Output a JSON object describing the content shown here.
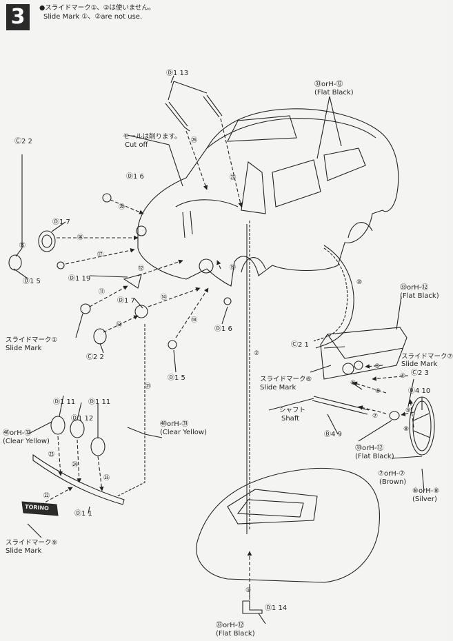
{
  "step": {
    "number": "3"
  },
  "header": {
    "note_jp": "●スライドマーク①、②は使いません。",
    "note_en": "Slide Mark ①、②are not use."
  },
  "labels": {
    "d1_13": "Ⓓ1 13",
    "flat_black_top_code": "㉝orH-⑫",
    "flat_black_top_en": "(Flat Black)",
    "c2_2_top": "Ⓒ2 2",
    "cut_jp": "モールは削ります。",
    "cut_en": "Cut off",
    "d1_6_top": "Ⓓ1 6",
    "d1_7_top": "Ⓓ1 7",
    "d1_5_left": "Ⓓ1 5",
    "d1_19": "Ⓓ1 19",
    "d1_7_mid": "Ⓓ1 7",
    "d1_6_mid": "Ⓓ1 6",
    "slide1_jp": "スライドマーク①",
    "slide1_en": "Slide Mark",
    "c2_2_bottom": "Ⓒ2 2",
    "d1_5_bottom": "Ⓓ1 5",
    "flat_black_right_code": "㉝orH-⑫",
    "flat_black_right_en": "(Flat Black)",
    "c2_1": "Ⓒ2 1",
    "slide7_jp": "スライドマーク⑦",
    "slide7_en": "Slide Mark",
    "c2_3": "Ⓒ2 3",
    "b4_10": "Ⓑ4 10",
    "slide6_jp": "スライドマーク⑥",
    "slide6_en": "Slide Mark",
    "shaft_jp": "シャフト",
    "shaft_en": "Shaft",
    "b4_9": "Ⓑ4 9",
    "flat_black_mid_code": "㉝orH-⑫",
    "flat_black_mid_en": "(Flat Black)",
    "brown_code": "⑦orH-⑦",
    "brown_en": "(Brown)",
    "silver_code": "⑧orH-⑧",
    "silver_en": "(Silver)",
    "d1_11_left": "Ⓓ1 11",
    "d1_11_right": "Ⓓ1 11",
    "d1_12": "Ⓓ1 12",
    "clear_yellow_left_code": "㊽orH-㉛",
    "clear_yellow_left_en": "(Clear Yellow)",
    "clear_yellow_right_code": "㊽orH-㉛",
    "clear_yellow_right_en": "(Clear Yellow)",
    "d1_1": "Ⓓ1 1",
    "slide9_jp": "スライドマーク⑨",
    "slide9_en": "Slide Mark",
    "plate_text": "TORINO",
    "d1_14": "Ⓓ1 14",
    "flat_black_bottom_code": "㉝orH-⑫",
    "flat_black_bottom_en": "(Flat Black)"
  },
  "step_numbers": [
    "①",
    "②",
    "③",
    "④",
    "⑤",
    "⑥",
    "⑦",
    "⑧",
    "⑨",
    "⑩",
    "⑪",
    "⑫",
    "⑬",
    "⑭",
    "⑮",
    "⑯",
    "⑰",
    "⑱",
    "⑲",
    "⑳",
    "㉑",
    "㉒",
    "㉓",
    "㉔",
    "㉕",
    "㉖",
    "㉗"
  ]
}
